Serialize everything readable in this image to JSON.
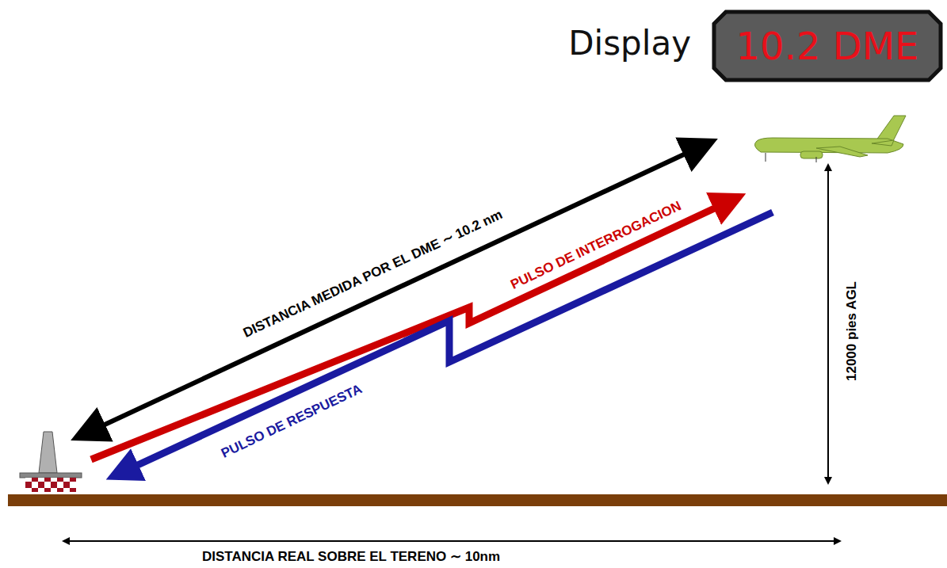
{
  "diagram": {
    "nodes": [
      {
        "text": [
          "Display",
          "10.2 DME"
        ]
      }
    ],
    "labels": [
      "DISTANCIA MEDIDA POR EL DME ∼ 10.2 nm",
      "PULSO DE INTERROGACION",
      "PULSO DE RESPUESTA",
      "12000 pies AGL",
      "DISTANCIA REAL SOBRE EL TERENO ∼ 10nm"
    ]
  }
}
